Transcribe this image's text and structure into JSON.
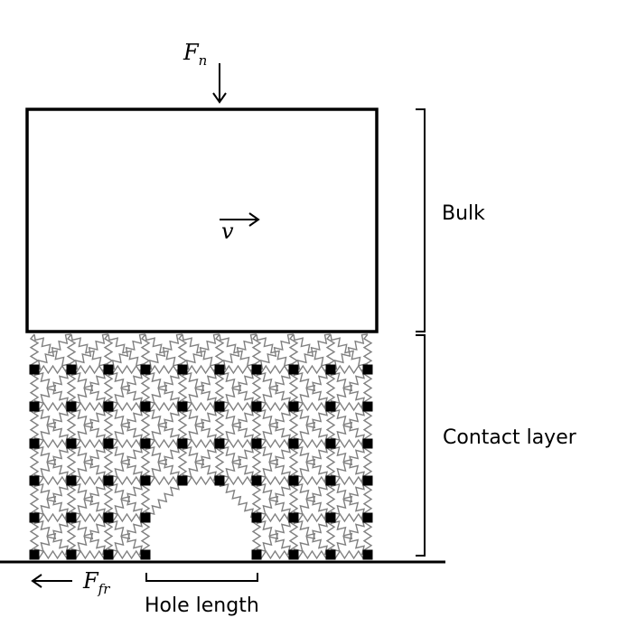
{
  "labels": {
    "normal_force": "F",
    "normal_force_sub": "n",
    "velocity": "v",
    "bulk": "Bulk",
    "contact_layer": "Contact layer",
    "friction_force": "F",
    "friction_force_sub": "fr",
    "hole_length": "Hole length"
  },
  "lattice": {
    "columns": 10,
    "rows": 6,
    "hole_columns": [
      4,
      5
    ],
    "hole_rows": [
      4,
      5
    ]
  },
  "colors": {
    "outline": "#000000",
    "spring": "#808080",
    "node": "#000000"
  }
}
